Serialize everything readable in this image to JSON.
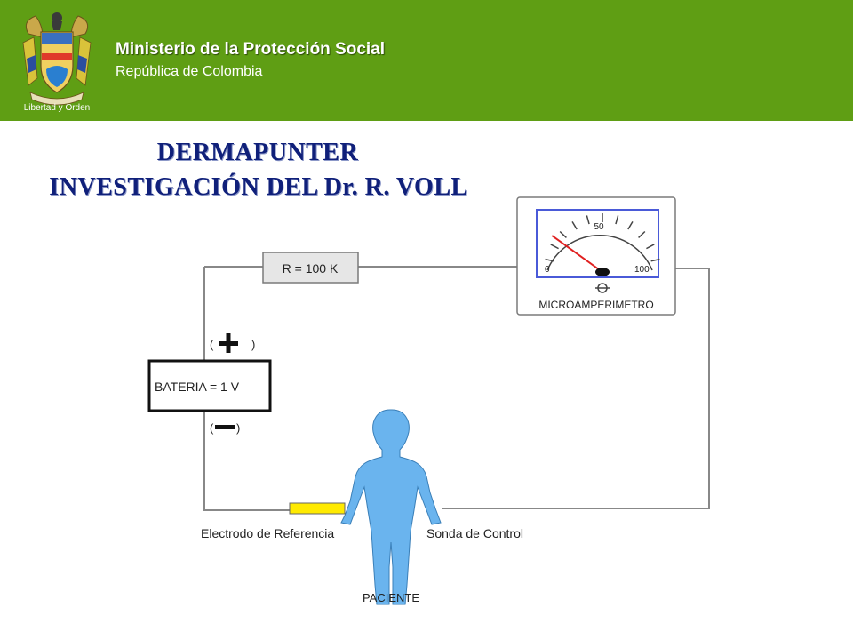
{
  "header": {
    "ministry": "Ministerio de la Protección Social",
    "country": "República de Colombia",
    "motto": "Libertad y Orden",
    "bg_color": "#5f9e14"
  },
  "title": {
    "line1": "DERMAPUNTER",
    "line2": "INVESTIGACIÓN DEL Dr. R. VOLL",
    "color": "#10207a"
  },
  "diagram": {
    "resistor": "R = 100 K",
    "battery": "BATERIA = 1 V",
    "plus_open": "(",
    "plus_close": ")",
    "minus_open": "(",
    "minus_close": ")",
    "meter": {
      "label": "MICROAMPERIMETRO",
      "scale_min": "0",
      "scale_mid": "50",
      "scale_max": "100",
      "needle_value": 15
    },
    "electrode_left": "Electrodo de Referencia",
    "electrode_right": "Sonda de Control",
    "patient": "PACIENTE",
    "body_color": "#6ab4ee",
    "electrode_color": "#ffea00"
  }
}
